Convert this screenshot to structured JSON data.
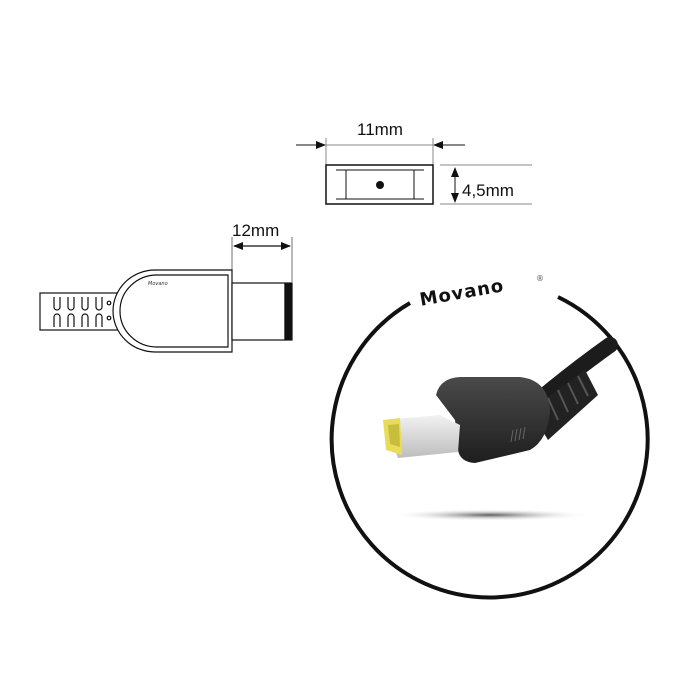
{
  "dimensions": {
    "tip_width": "11mm",
    "tip_height": "4,5mm",
    "tip_length": "12mm"
  },
  "brand": {
    "logo_text": "Movano",
    "registered_mark": "®",
    "small_logo_text": "Movano"
  },
  "colors": {
    "tip_yellow": "#e8dc5a",
    "plug_body": "#2b2b2b",
    "metal": "#d9d9d9",
    "line": "#111111"
  }
}
